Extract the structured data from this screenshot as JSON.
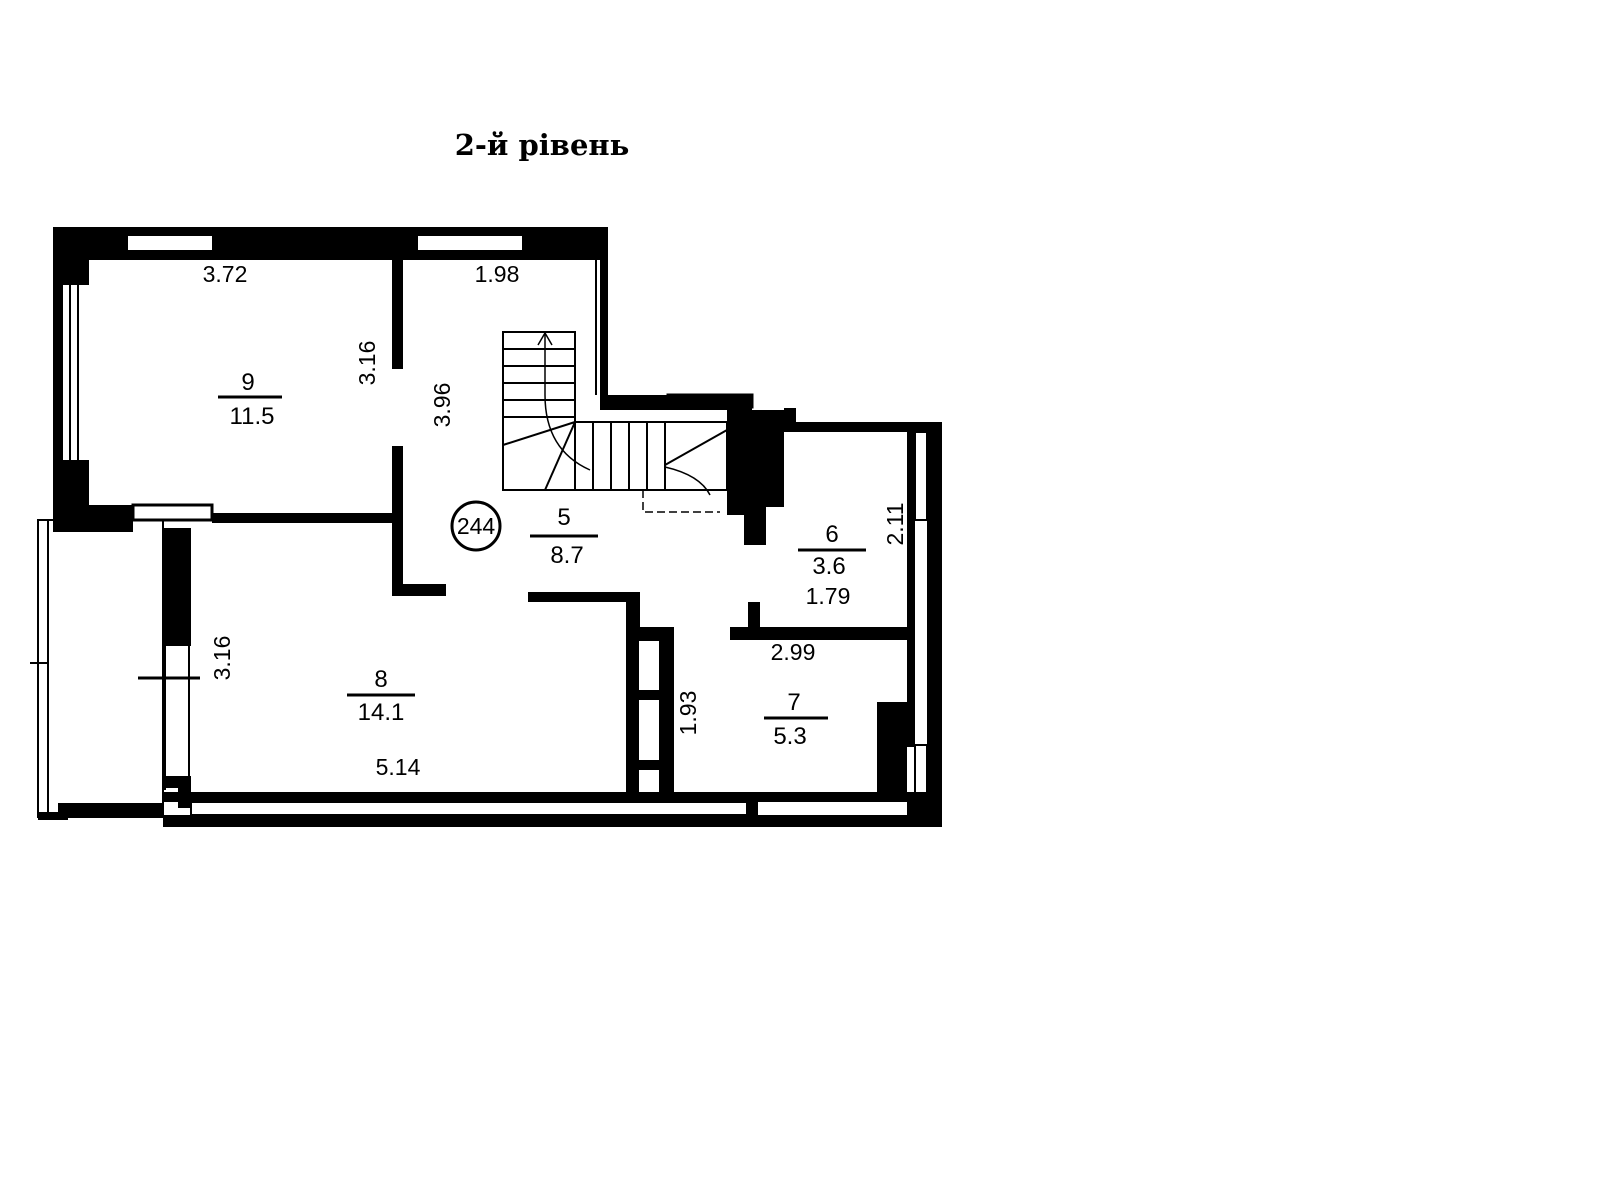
{
  "title": "2-й рівень",
  "apartment_number": "244",
  "rooms": [
    {
      "number": "9",
      "area": "11.5"
    },
    {
      "number": "5",
      "area": "8.7"
    },
    {
      "number": "6",
      "area": "3.6"
    },
    {
      "number": "8",
      "area": "14.1"
    },
    {
      "number": "7",
      "area": "5.3"
    }
  ],
  "dimensions": {
    "room9_width": "3.72",
    "room9_height": "3.16",
    "hall_width": "1.98",
    "hall_height": "3.96",
    "room6_height": "2.11",
    "room6_width": "1.79",
    "room7_width": "2.99",
    "room8_height": "3.16",
    "room8_width": "5.14",
    "passage_height": "1.93"
  }
}
